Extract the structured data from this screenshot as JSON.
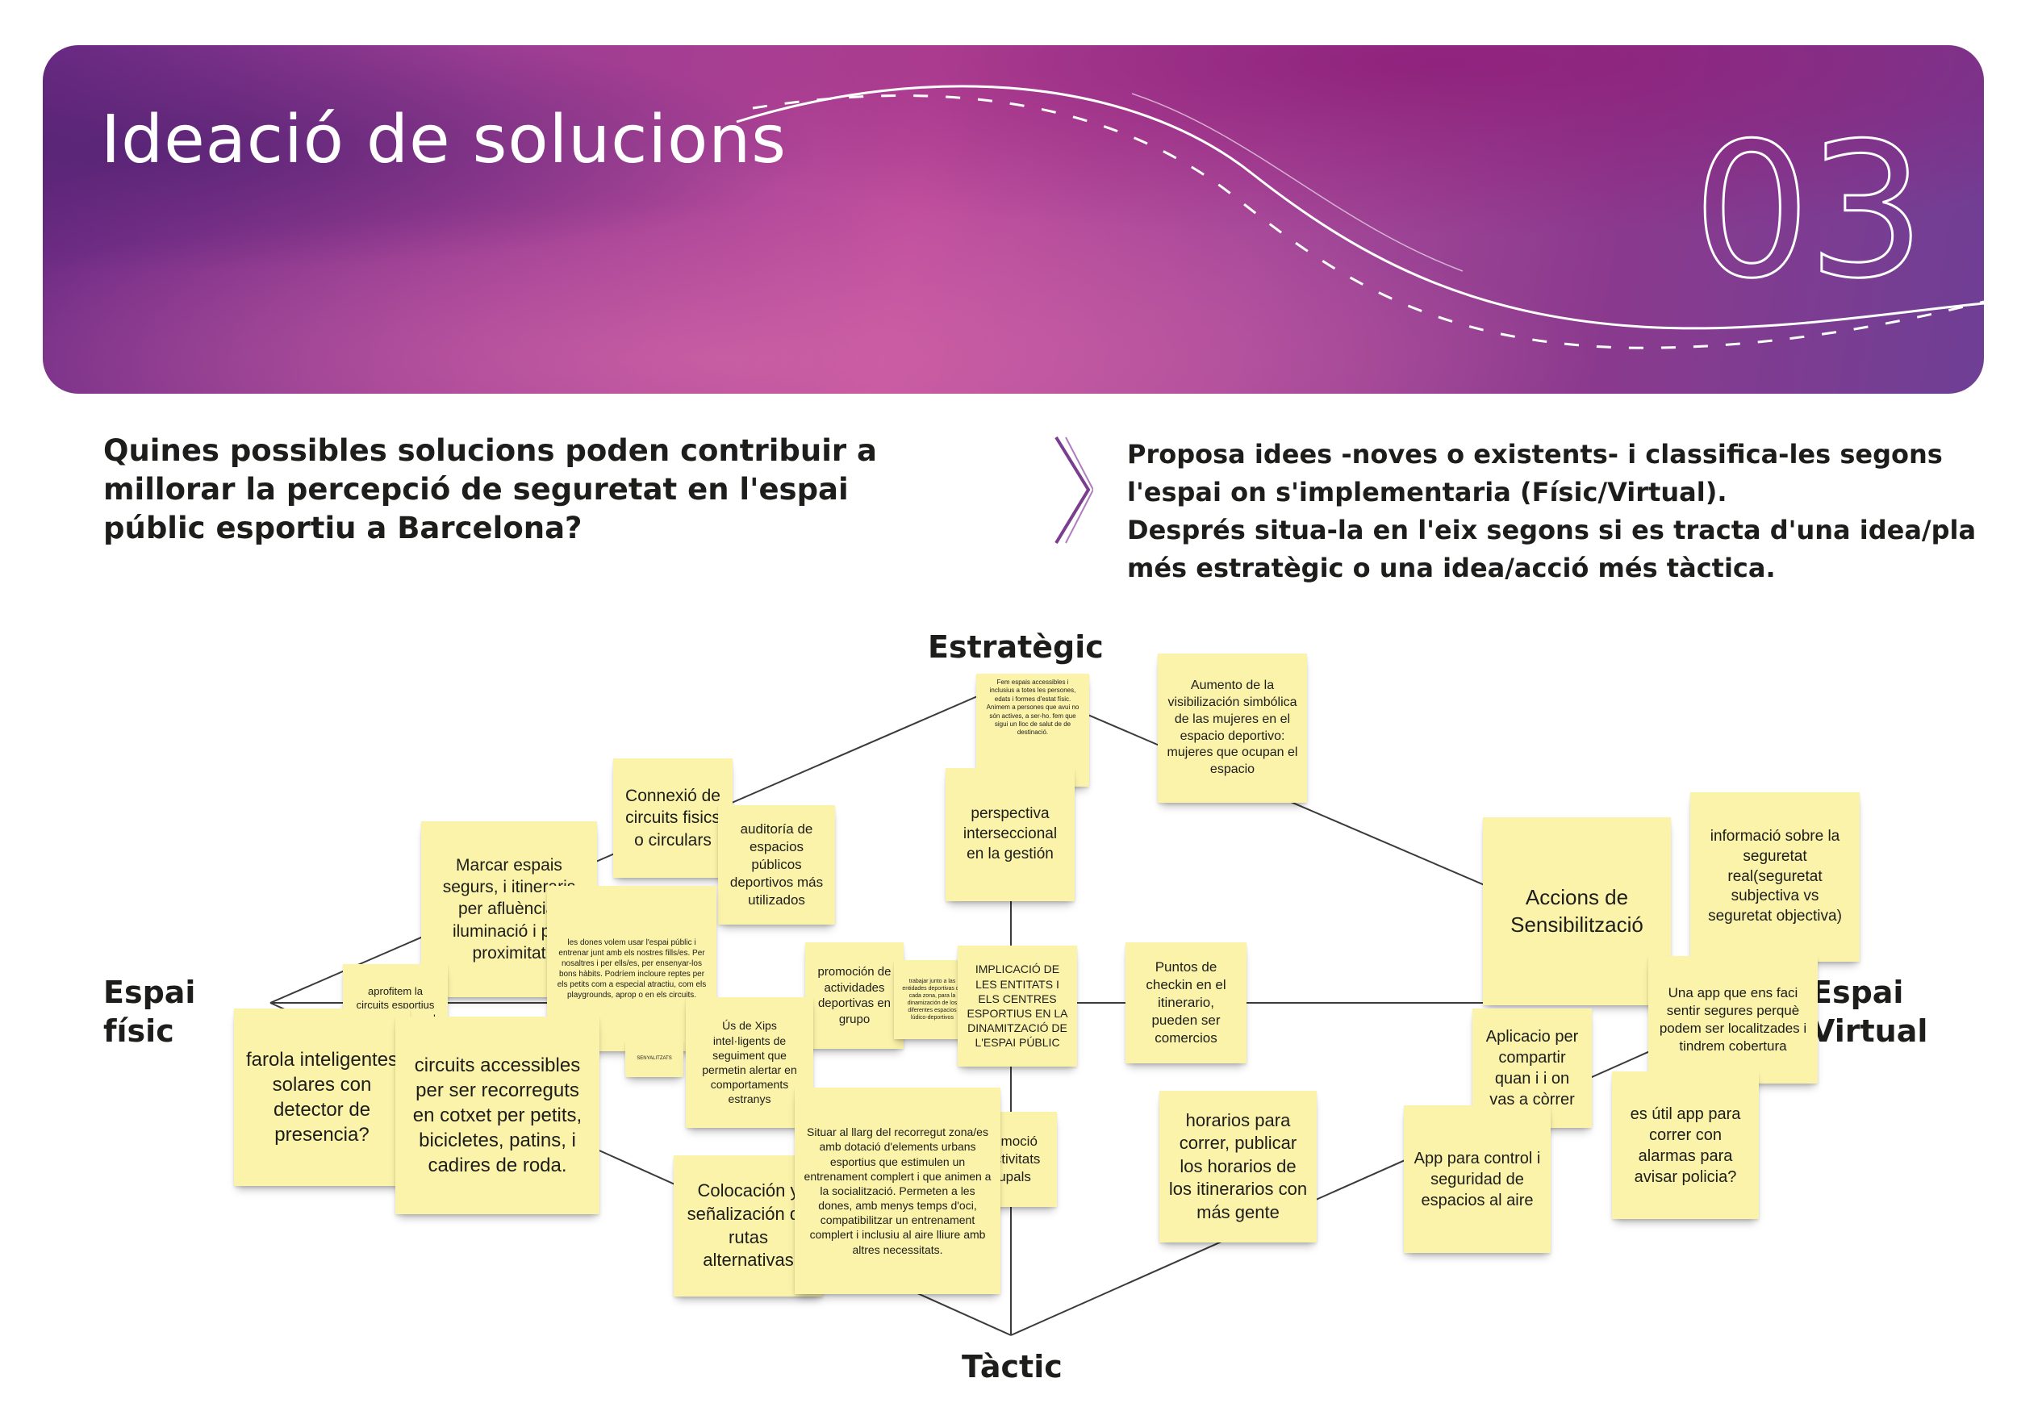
{
  "header": {
    "title": "Ideació de solucions",
    "number": "03"
  },
  "question": "Quines possibles solucions poden contribuir a millorar la percepció de seguretat en l'espai públic esportiu a Barcelona?",
  "instructions": [
    "Proposa idees -noves o existents- i classifica-les segons l'espai on s'implementaria (Físic/Virtual).",
    "Després situa-la en l'eix segons si es  tracta d'una idea/pla més estratègic o una idea/acció més tàctica."
  ],
  "axes": {
    "top": "Estratègic",
    "bottom": "Tàctic",
    "left": "Espai\nfísic",
    "right": "Espai\nVirtual"
  },
  "notes": [
    {
      "id": "vis-simbolica",
      "text": "Aumento de la visibilización simbólica de las mujeres en el espacio deportivo: mujeres que ocupan el espacio"
    },
    {
      "id": "espais-accessibles",
      "text": "Fem espais accessibles i inclusius a totes les persones, edats i formes d'estat físic.  Animem a persones que avui no són actives, a ser-ho.  fem que sigui un lloc  de salut de de destinació."
    },
    {
      "id": "perspectiva",
      "text": "perspectiva interseccional en la gestión"
    },
    {
      "id": "connexio",
      "text": "Connexió de circuits fisics o circulars"
    },
    {
      "id": "auditoria",
      "text": "auditoría de espacios públicos deportivos más utilizados"
    },
    {
      "id": "marcar-espais",
      "text": "Marcar espais segurs, i itineraris per afluència, iluminació i per proximitat"
    },
    {
      "id": "dones-volem",
      "text": "les dones volem usar l'espai públic i  entrenar junt amb els nostres fills/es.  Per nosaltres i per ells/es, per ensenyar-los bons hàbits.  Podríem incloure reptes per els petits com a especial atractiu, com els playgrounds, aprop o en els circuits."
    },
    {
      "id": "aprofitem",
      "text": "aprofitem la circuits esportius per connectar amb la natura"
    },
    {
      "id": "senyalitzats",
      "text": "SENYALITZATS"
    },
    {
      "id": "farola",
      "text": "farola inteligentes solares con detector de presencia?"
    },
    {
      "id": "circuits-accessibles",
      "text": "circuits accessibles per ser recorreguts en cotxet per petits, bicicletes, patins, i cadires de roda."
    },
    {
      "id": "promocion-grupo",
      "text": "promoción de actividades deportivas en grupo"
    },
    {
      "id": "trabajar-junto",
      "text": "trabajar junto a las entidades deportivas  de cada zona, para la dinamización de los diferentes espacios lúdico-deportivos"
    },
    {
      "id": "implicacio",
      "text": "IMPLICACIÓ DE LES ENTITATS I ELS CENTRES ESPORTIUS EN LA DINAMITZACIÓ DE L'ESPAI PÚBLIC"
    },
    {
      "id": "xips",
      "text": "Ús de Xips intel·ligents de seguiment que permetin alertar en comportaments estranys"
    },
    {
      "id": "checkin",
      "text": "Puntos de checkin en el itinerario, pueden ser comercios"
    },
    {
      "id": "promocio-grupals",
      "text": "Promoció d'activitats grupals"
    },
    {
      "id": "colocacion",
      "text": "Colocación y señalización de rutas alternativas"
    },
    {
      "id": "situar",
      "text": "Situar al llarg del recorregut zona/es amb dotació d'elements urbans esportius que estimulen un entrenament complert i que animen a la  socialització.  Permeten a les dones, amb menys temps d'oci, compatibilitzar un entrenament complert i inclusiu al aire lliure amb altres necessitats."
    },
    {
      "id": "horarios",
      "text": "horarios para correr, publicar los horarios de los itinerarios con más gente"
    },
    {
      "id": "accions",
      "text": "Accions de Sensibilització"
    },
    {
      "id": "informacio",
      "text": "informació sobre la seguretat real(seguretat subjectiva vs seguretat objectiva)"
    },
    {
      "id": "app-sentir",
      "text": "Una app que ens faci sentir segures perquè podem ser localitzades i tindrem cobertura"
    },
    {
      "id": "aplicacio",
      "text": "Aplicacio per compartir quan i i on vas a còrrer"
    },
    {
      "id": "app-control",
      "text": "App para control i seguridad de espacios al aire"
    },
    {
      "id": "es-util",
      "text": "es útil app para correr con alarmas para avisar policia?"
    }
  ]
}
